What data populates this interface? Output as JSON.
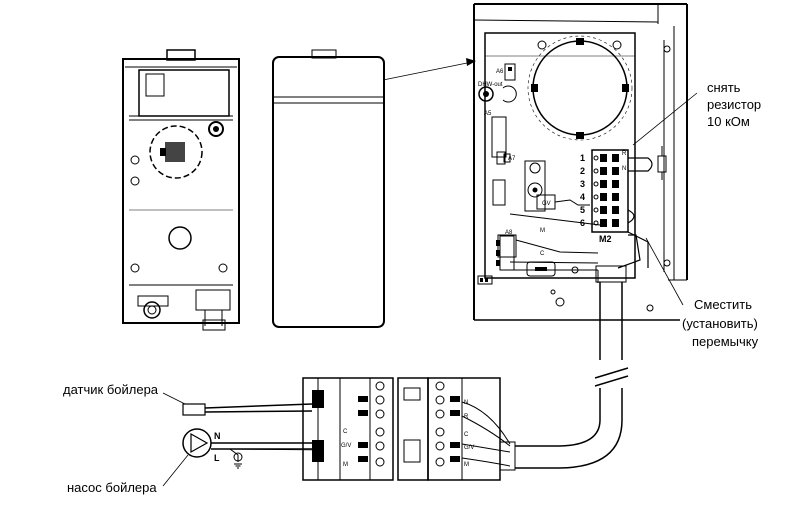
{
  "labels": {
    "remove_resistor_1": "снять",
    "remove_resistor_2": "резистор",
    "remove_resistor_3": "10 кОм",
    "move_jumper_1": "Сместить",
    "move_jumper_2": "(установить)",
    "move_jumper_3": "перемычку",
    "boiler_sensor": "датчик бойлера",
    "boiler_pump": "насос бойлера"
  },
  "board": {
    "terminal_numbers": [
      "1",
      "2",
      "3",
      "4",
      "5",
      "6"
    ],
    "terminal_block": "M2",
    "small_labels": [
      "A6",
      "DHW-out",
      "A5",
      "A7",
      "GV",
      "M",
      "C",
      "A8"
    ],
    "wire_labels": [
      "R",
      "N"
    ]
  },
  "plug_left": {
    "wire_labels": [
      "C",
      "G/V",
      "M"
    ],
    "pump_labels": [
      "N",
      "L"
    ]
  },
  "plug_right": {
    "wire_labels": [
      "N",
      "R",
      "C",
      "G/V",
      "M"
    ]
  }
}
